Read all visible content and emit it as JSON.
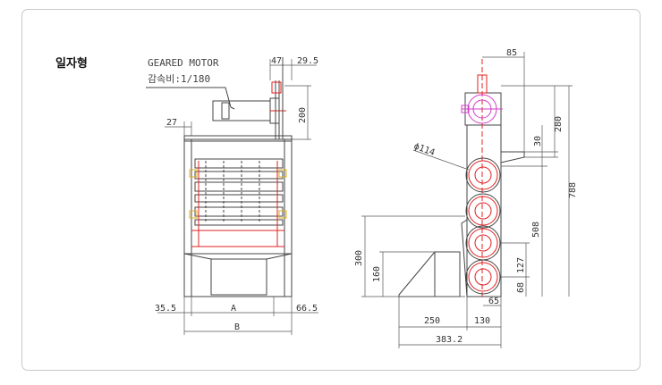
{
  "title": "일자형",
  "colors": {
    "magenta": "#d63cc9",
    "red": "#e02020",
    "yellow": "#e0b020",
    "line": "#444444",
    "dim": "#555555"
  },
  "left_view": {
    "motor_label": "GEARED MOTOR",
    "ratio_label": "감속비:1/180",
    "dims": {
      "d47": "47",
      "d295": "29.5",
      "d200": "200",
      "d27": "27",
      "d355": "35.5",
      "A": "A",
      "d665": "66.5",
      "B": "B"
    }
  },
  "right_view": {
    "dims": {
      "d85": "85",
      "d280": "280",
      "d30": "30",
      "d788": "788",
      "phi": "ϕ114",
      "d508": "508",
      "d300": "300",
      "d160": "160",
      "d127": "127",
      "d68": "68",
      "d65": "65",
      "d250": "250",
      "d130": "130",
      "d3832": "383.2"
    }
  }
}
